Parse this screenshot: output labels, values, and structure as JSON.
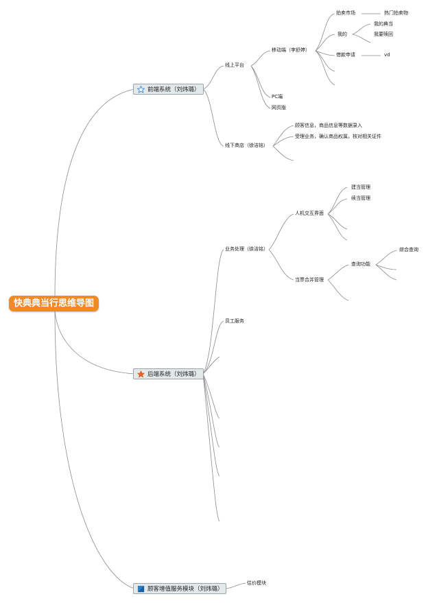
{
  "root": {
    "label": "快典典当行思维导图"
  },
  "front": {
    "label": "前端系统（刘炜璐）",
    "icon": "star-outline-icon",
    "online": {
      "label": "线上平台",
      "mobile": {
        "label": "移动端（李舒婷）",
        "auction": {
          "label": "拍卖市场",
          "child": "热门拍卖物"
        },
        "mine": {
          "label": "我的",
          "children": [
            "我的典当",
            "我要赎回"
          ]
        },
        "loan": {
          "label": "借款申请",
          "child": "vd"
        }
      },
      "pc": "PC端",
      "web": "网页版"
    },
    "offline": {
      "label": "线下商店（徐洁铭）",
      "children": [
        "顾客信息，商品信息等数据录入",
        "受理业务，确认商品权属，核对相关证件"
      ]
    }
  },
  "back": {
    "label": "后端系统（刘炜璐）",
    "icon": "star-filled-icon",
    "business": {
      "label": "业务处理（徐洁铭）",
      "hci": {
        "label": "人机交互界面",
        "children": [
          "建当管理",
          "续当管理"
        ]
      },
      "ticket": {
        "label": "当票合并管理",
        "query": {
          "label": "查询功能",
          "child": "综合查询"
        }
      }
    },
    "staff": "员工服务"
  },
  "value": {
    "label": "顾客增值服务模块（刘炜璐）",
    "icon": "flag-icon",
    "child": "估价模块"
  }
}
